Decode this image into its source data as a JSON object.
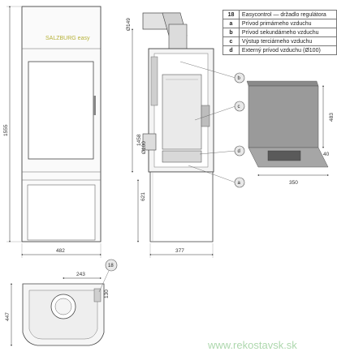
{
  "front_view": {
    "brand": "SALZBURG easy",
    "dim_height": "1555",
    "dim_width": "482"
  },
  "side_view": {
    "dim_flue_top": "Ø149",
    "dim_total": "1458",
    "dim_flue_back": "Ø100",
    "dim_lower": "621",
    "dim_depth": "377"
  },
  "top_view": {
    "dim_offset": "243",
    "dim_small": "130",
    "dim_depth": "447"
  },
  "firebox": {
    "dim_height": "483",
    "dim_depth": "40",
    "dim_width": "350"
  },
  "callouts": {
    "b": "b",
    "c": "c",
    "d": "d",
    "a": "a",
    "n18": "18"
  },
  "legend": [
    {
      "key": "18",
      "text": "Easycontrol — držadlo regulátora"
    },
    {
      "key": "a",
      "text": "Prívod primárneho vzduchu"
    },
    {
      "key": "b",
      "text": "Prívod sekundárneho vzduchu"
    },
    {
      "key": "c",
      "text": "Výstup terciárneho vzduchu"
    },
    {
      "key": "d",
      "text": "Externý prívod vzduchu (Ø100)"
    }
  ],
  "watermark": "www.rekostavsk.sk"
}
